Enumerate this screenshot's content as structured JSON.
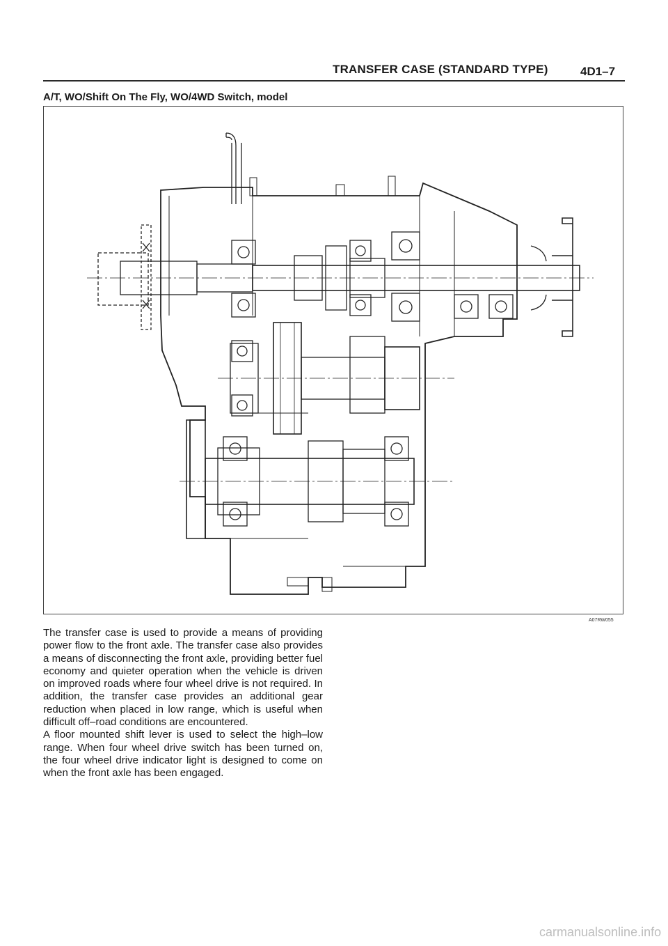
{
  "header": {
    "title": "TRANSFER CASE (STANDARD TYPE)",
    "page_number": "4D1–7"
  },
  "section": {
    "heading": "A/T, WO/Shift On The Fly, WO/4WD Switch, model"
  },
  "figure": {
    "code": "A07RW055",
    "icon": "transfer-case-cross-section-drawing"
  },
  "body": {
    "paragraph1": "The transfer case is used to provide a means of providing power flow to the front axle. The transfer case also provides a means of disconnecting the front axle, providing better fuel economy and quieter operation when the vehicle is driven on improved roads where four wheel drive is not required. In addition, the transfer case provides an additional gear reduction when placed in low range, which is useful when difficult off–road conditions are encountered.",
    "paragraph2": "A floor mounted shift lever is used to select the high–low range. When four wheel drive switch has been turned on, the four wheel drive indicator light is designed to come on when the front axle has been engaged."
  },
  "footer": {
    "watermark": "carmanualsonline.info"
  }
}
